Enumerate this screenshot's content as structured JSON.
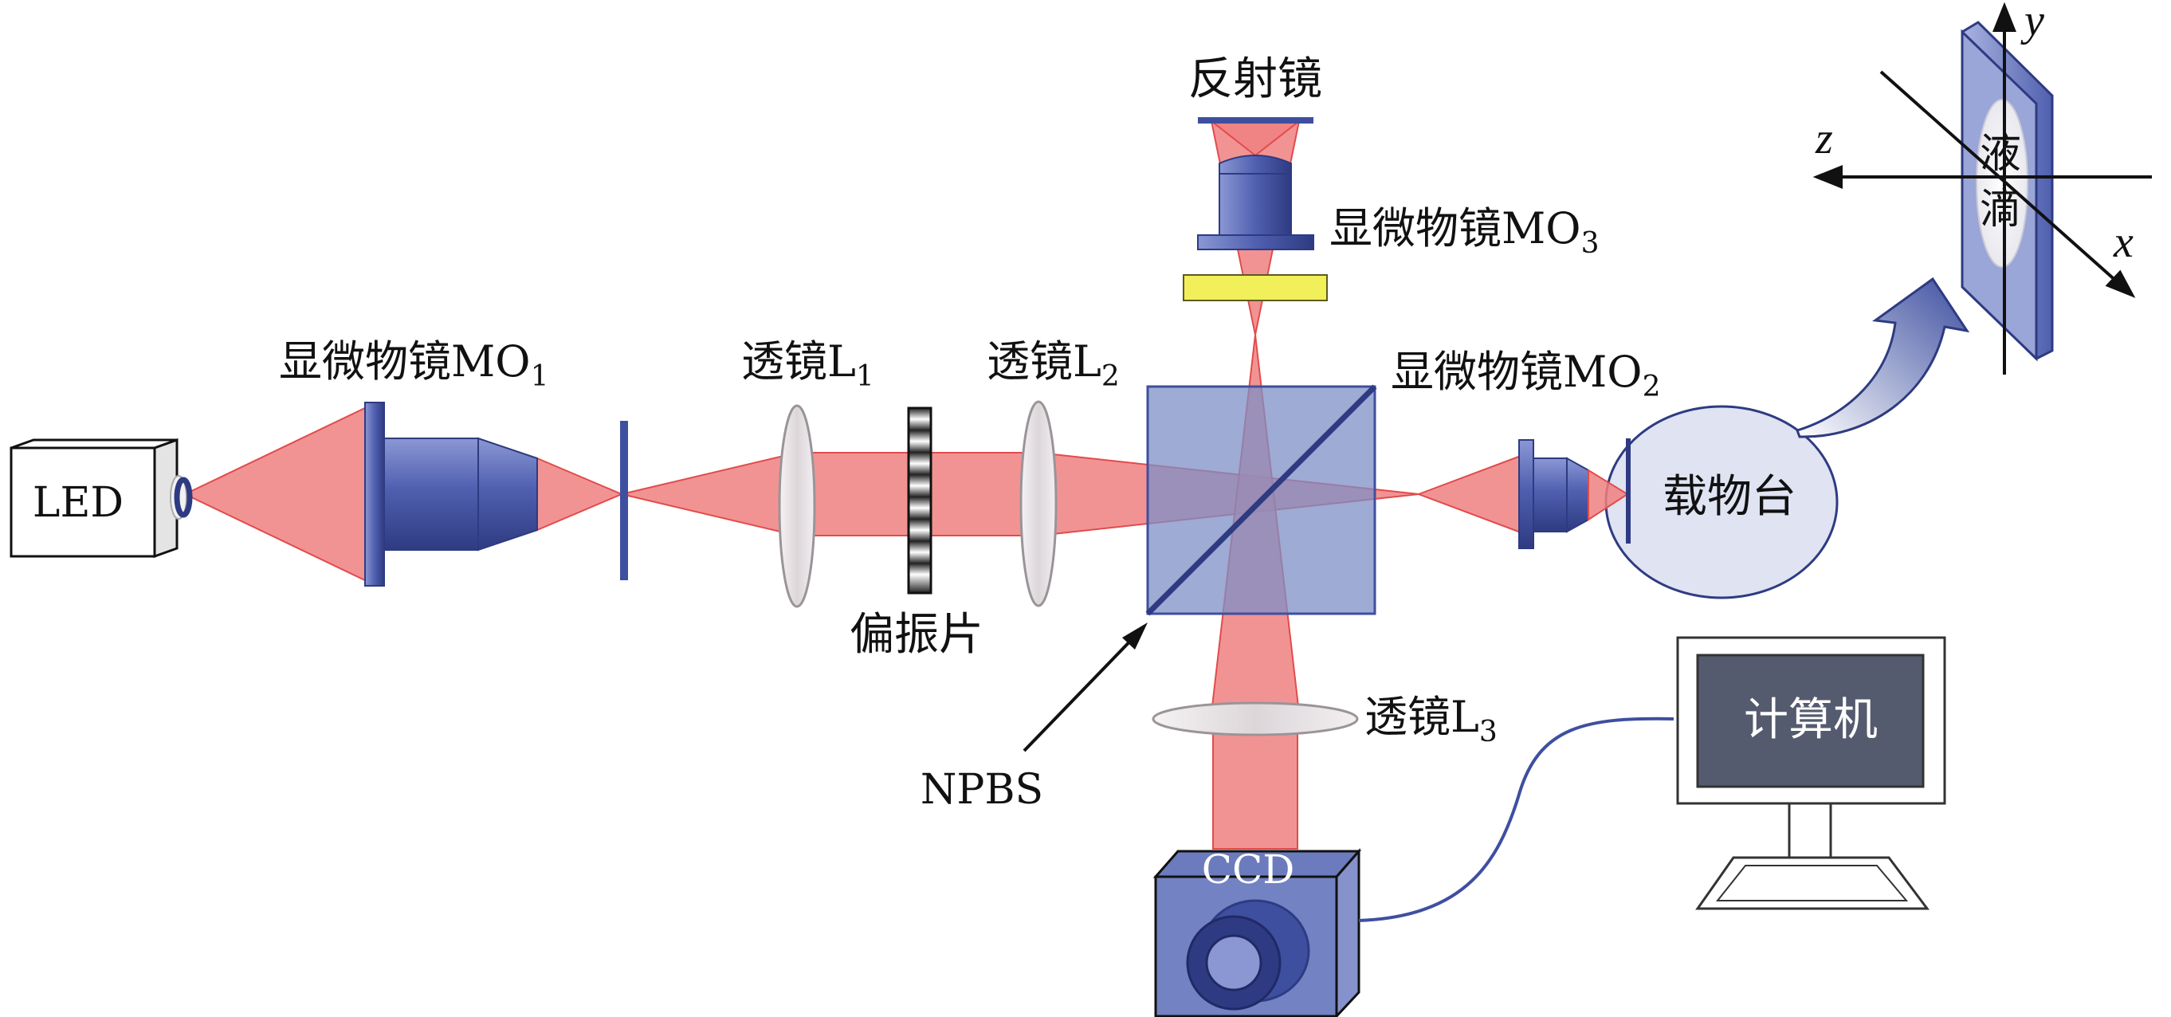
{
  "labels": {
    "led": "LED",
    "mo1_text": "显微物镜MO",
    "mo1_sub": "1",
    "l1_text": "透镜L",
    "l1_sub": "1",
    "l2_text": "透镜L",
    "l2_sub": "2",
    "mirror": "反射镜",
    "mo3_text": "显微物镜MO",
    "mo3_sub": "3",
    "mo2_text": "显微物镜MO",
    "mo2_sub": "2",
    "stage": "载物台",
    "droplet_1": "液",
    "droplet_2": "滴",
    "polarizer": "偏振片",
    "npbs": "NPBS",
    "l3_text": "透镜L",
    "l3_sub": "3",
    "computer": "计算机",
    "ccd": "CCD",
    "axis_x": "x",
    "axis_y": "y",
    "axis_z": "z"
  },
  "colors": {
    "beam": "#f08080",
    "optics_blue": "#4e5fa8",
    "cube": "#8d9ccb",
    "filter": "#f1ef5a",
    "lens": "#e6e2e4",
    "stage": "#dfe3f2",
    "monitor_screen": "#555b6e"
  }
}
